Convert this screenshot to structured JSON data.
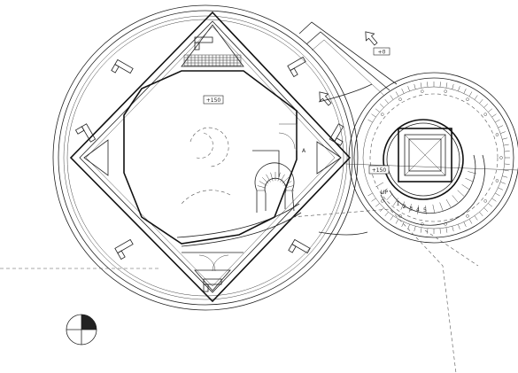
{
  "level_tags": {
    "hall": "+150",
    "tower": "+150",
    "bridge": "+0"
  },
  "stair_label": "UP",
  "door_mark": "A",
  "step_numbers": [
    "1",
    "2",
    "3",
    "4",
    "5"
  ]
}
